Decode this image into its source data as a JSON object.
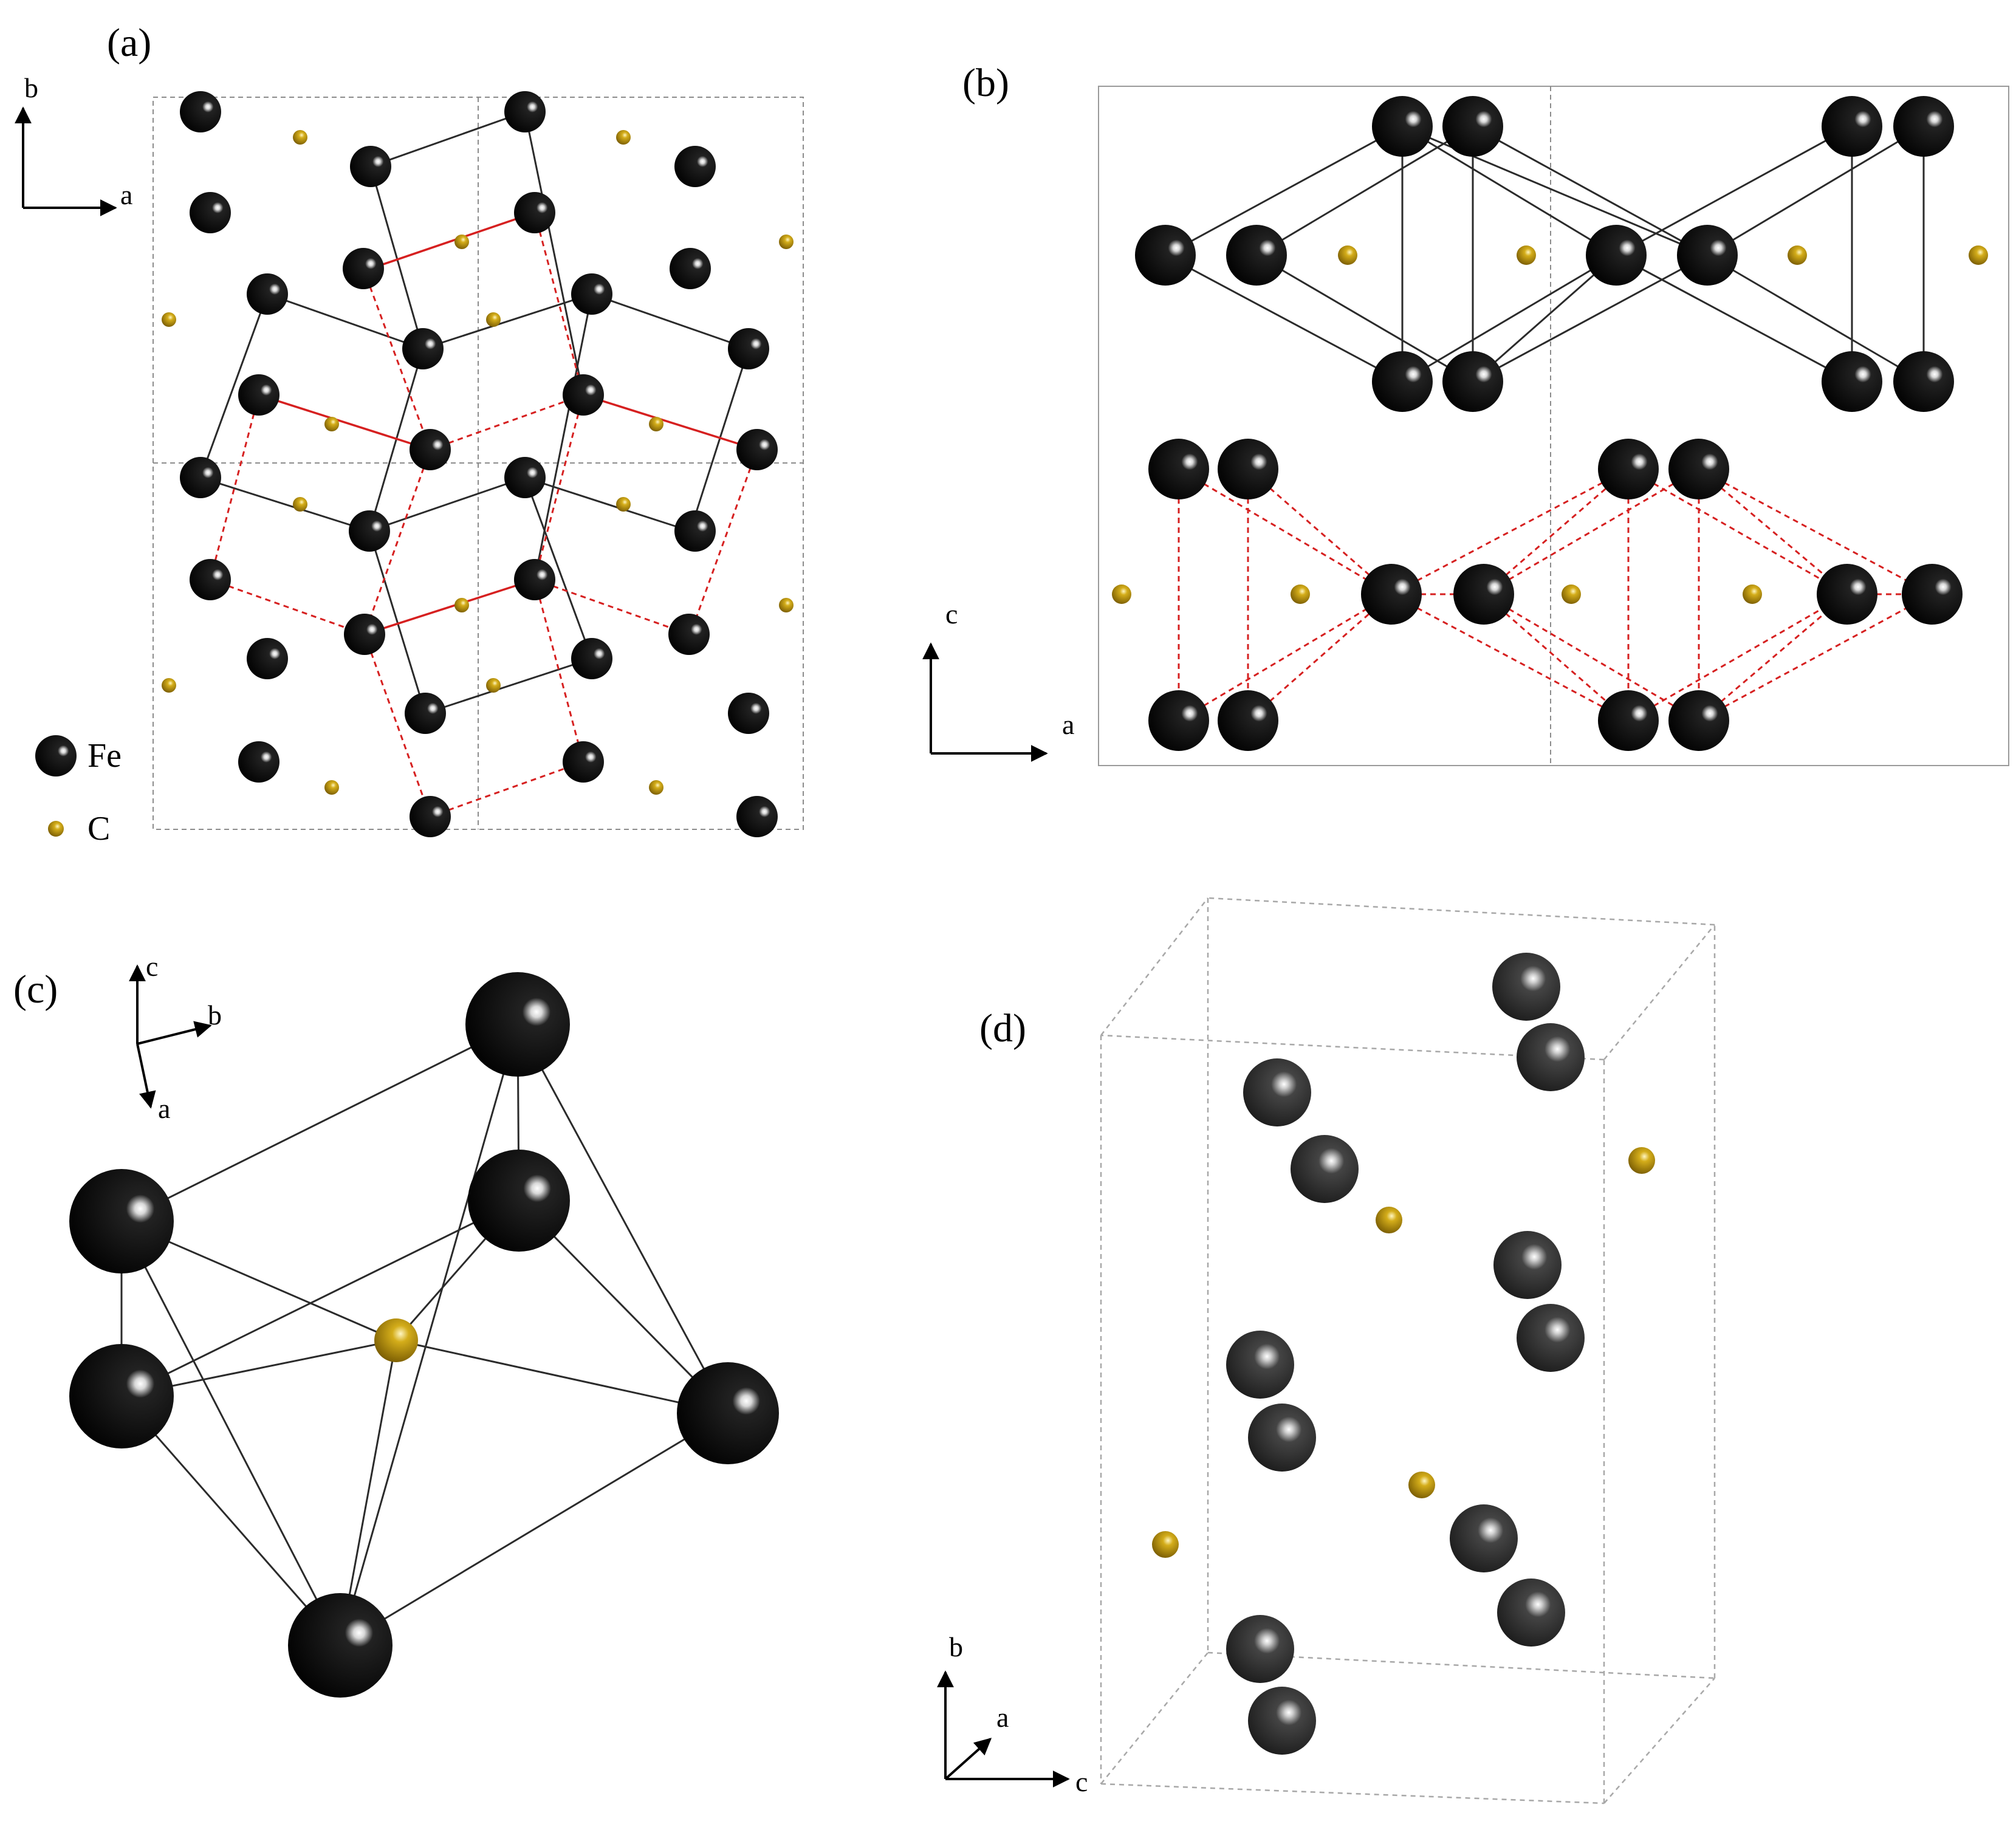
{
  "panels": {
    "a": {
      "label": "(a)",
      "axes": {
        "vertical": "b",
        "horizontal": "a"
      },
      "legend": [
        {
          "label": "Fe",
          "color": "#000000"
        },
        {
          "label": "C",
          "color": "#b8960c"
        }
      ]
    },
    "b": {
      "label": "(b)",
      "axes": {
        "vertical": "c",
        "horizontal": "a"
      }
    },
    "c": {
      "label": "(c)",
      "axes": {
        "up": "c",
        "right": "b",
        "down": "a"
      }
    },
    "d": {
      "label": "(d)",
      "axes": {
        "up": "b",
        "diagonal": "a",
        "right": "c"
      }
    }
  },
  "colors": {
    "fe": "#000000",
    "fe_3d": "#2f2f2f",
    "c": "#b8960c",
    "bond": "#2b2b2b",
    "bond_highlight": "#d62020",
    "cell": "#8c8c8c"
  }
}
